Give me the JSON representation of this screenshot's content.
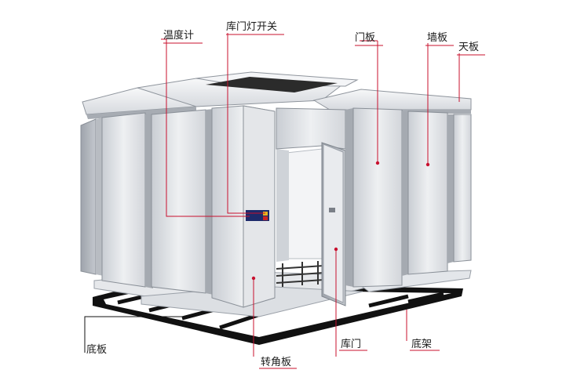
{
  "diagram": {
    "labels": {
      "thermometer": "温度计",
      "door_light_switch": "库门灯开关",
      "door_panel": "门板",
      "wall_panel": "墙板",
      "ceiling_panel": "天板",
      "floor_panel": "底板",
      "corner_panel": "转角板",
      "cold_room_door": "库门",
      "base_frame": "底架"
    },
    "colors": {
      "leader_line": "#c8102e",
      "panel_light": "#f2f3f5",
      "panel_mid": "#d9dce1",
      "panel_dark": "#a9aeb6",
      "frame": "#1b1b1b"
    }
  }
}
